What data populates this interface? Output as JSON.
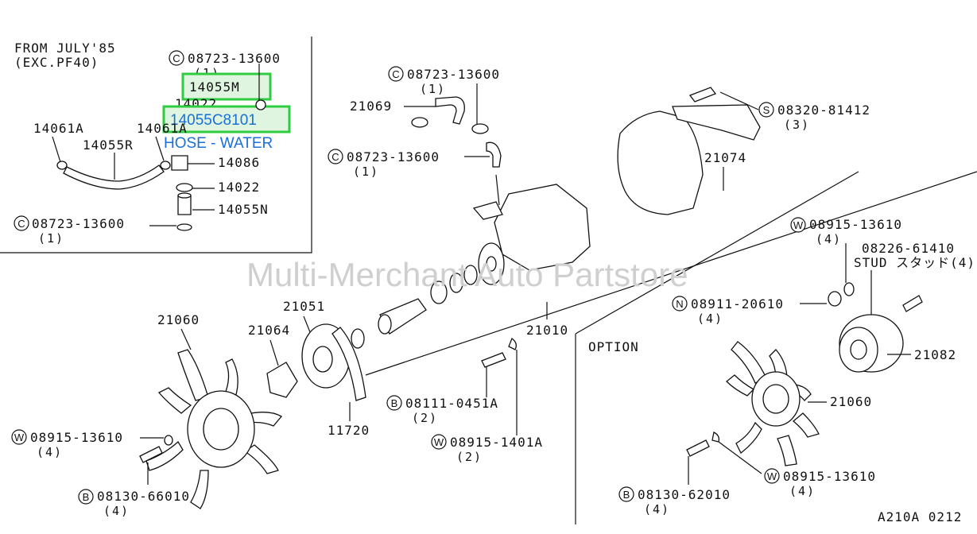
{
  "diagram": {
    "inset": {
      "note_line1": "FROM JULY'85",
      "note_line2": "(EXC.PF40)",
      "clamp_top": {
        "mark": "C",
        "code": "08723-13600",
        "qty": "(1)"
      },
      "clamp_bottom": {
        "mark": "C",
        "code": "08723-13600",
        "qty": "(1)"
      },
      "p14055M": "14055M",
      "p14022_top": "14022",
      "p14061A_left": "14061A",
      "p14061A_right": "14061A",
      "p14055R": "14055R",
      "p14086": "14086",
      "p14022_bottom": "14022",
      "p14055N": "14055N"
    },
    "highlight": {
      "part_code": "14055C8101",
      "part_name": "HOSE - WATER"
    },
    "main": {
      "clamp_upper": {
        "mark": "C",
        "code": "08723-13600",
        "qty": "(1)"
      },
      "clamp_mid": {
        "mark": "C",
        "code": "08723-13600",
        "qty": "(1)"
      },
      "p21069": "21069",
      "screw_s": {
        "mark": "S",
        "code": "08320-81412",
        "qty": "(3)"
      },
      "p21074": "21074",
      "p21051": "21051",
      "p21060": "21060",
      "p21064": "21064",
      "p21010": "21010",
      "p11720": "11720",
      "bolt_b1": {
        "mark": "B",
        "code": "08111-0451A",
        "qty": "(2)"
      },
      "washer_w1": {
        "mark": "W",
        "code": "08915-1401A",
        "qty": "(2)"
      },
      "washer_w2": {
        "mark": "W",
        "code": "08915-13610",
        "qty": "(4)"
      },
      "bolt_b2": {
        "mark": "B",
        "code": "08130-66010",
        "qty": "(4)"
      }
    },
    "option": {
      "title": "OPTION",
      "washer_w": {
        "mark": "W",
        "code": "08915-13610",
        "qty": "(4)"
      },
      "stud_code": "08226-61410",
      "stud_label": "STUD スタッド(4)",
      "nut_n": {
        "mark": "N",
        "code": "08911-20610",
        "qty": "(4)"
      },
      "p21082": "21082",
      "p21060": "21060",
      "bolt_b": {
        "mark": "B",
        "code": "08130-62010",
        "qty": "(4)"
      },
      "washer_w_bottom": {
        "mark": "W",
        "code": "08915-13610",
        "qty": "(4)"
      }
    },
    "watermark": "Multi-Merchant Auto Partstore",
    "figure_code": "A210A 0212"
  }
}
